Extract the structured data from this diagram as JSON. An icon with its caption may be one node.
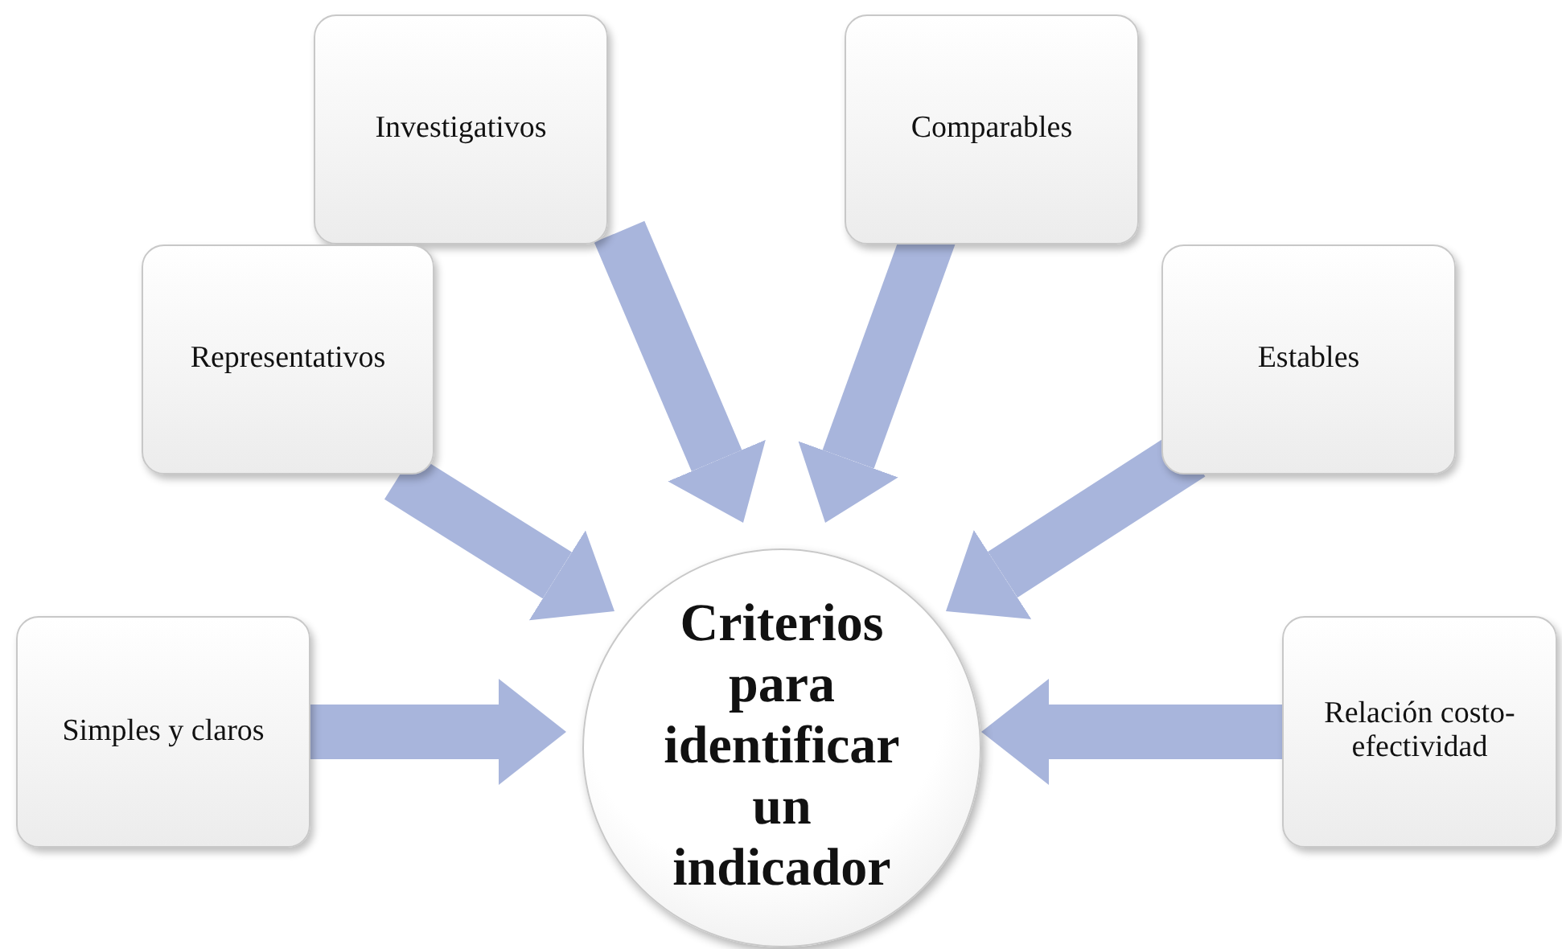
{
  "diagram": {
    "nodes": [
      {
        "text": [
          "Investigativos"
        ]
      },
      {
        "text": [
          "Comparables"
        ]
      },
      {
        "text": [
          "Representativos"
        ]
      },
      {
        "text": [
          "Estables"
        ]
      },
      {
        "text": [
          "Simples y claros"
        ]
      },
      {
        "text": [
          "Criterios para identificar un indicador"
        ]
      },
      {
        "text": [
          "Relación costo-efectividad"
        ]
      }
    ],
    "edges": [
      {
        "from": 0,
        "to": 5,
        "arrow": "to"
      },
      {
        "from": 1,
        "to": 5,
        "arrow": "to"
      },
      {
        "from": 2,
        "to": 5,
        "arrow": "to"
      },
      {
        "from": 3,
        "to": 5,
        "arrow": "to"
      },
      {
        "from": 4,
        "to": 5,
        "arrow": "to"
      },
      {
        "from": 6,
        "to": 5,
        "arrow": "to"
      }
    ]
  }
}
